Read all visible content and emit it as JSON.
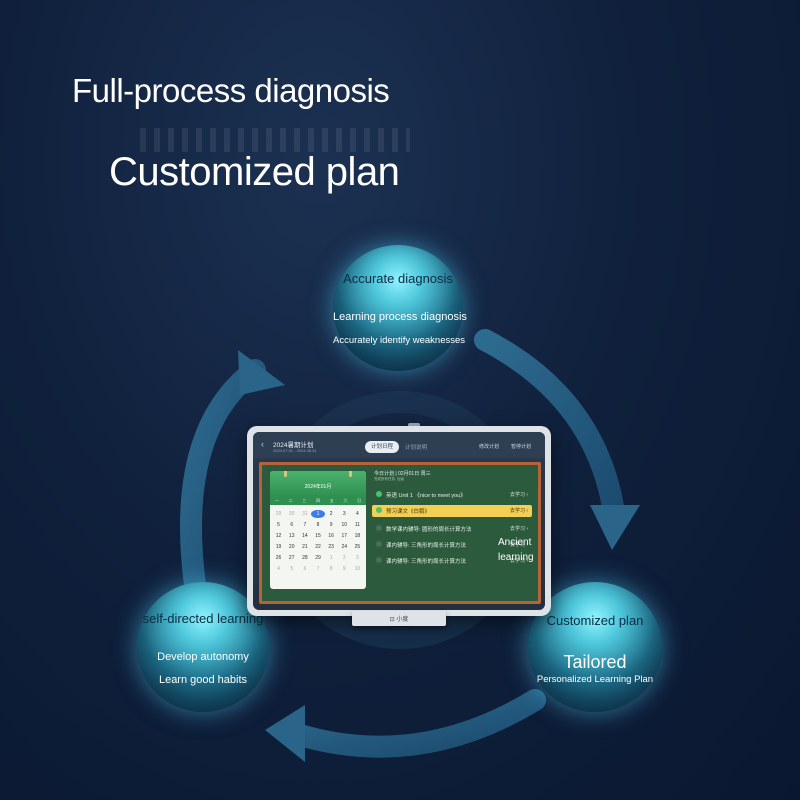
{
  "headings": {
    "line1": "Full-process diagnosis",
    "line2": "Customized plan"
  },
  "nodes": {
    "top": {
      "title": "Accurate diagnosis",
      "line1": "Learning process diagnosis",
      "line2": "Accurately identify weaknesses"
    },
    "right": {
      "title": "Customized plan",
      "big": "Tailored",
      "line1": "Personalized Learning Plan"
    },
    "left": {
      "title": "self-directed learning",
      "line1": "Develop autonomy",
      "line2": "Learn good habits"
    }
  },
  "tablet": {
    "header": {
      "back_icon": "chevron-left-icon",
      "title": "2024暑期计划",
      "subtitle": "2024.07.01 - 2024.08.31",
      "tab_active": "计划日程",
      "tab_other": "计划说明",
      "action1": "修改计划",
      "action2": "暂停计划"
    },
    "calendar": {
      "month": "2024年01月",
      "weekdays": [
        "一",
        "二",
        "三",
        "四",
        "五",
        "六",
        "日"
      ],
      "days": [
        {
          "d": "29",
          "dim": true
        },
        {
          "d": "30",
          "dim": true
        },
        {
          "d": "31",
          "dim": true
        },
        {
          "d": "1",
          "sel": true
        },
        {
          "d": "2"
        },
        {
          "d": "3"
        },
        {
          "d": "4"
        },
        {
          "d": "5"
        },
        {
          "d": "6"
        },
        {
          "d": "7"
        },
        {
          "d": "8"
        },
        {
          "d": "9"
        },
        {
          "d": "10"
        },
        {
          "d": "11"
        },
        {
          "d": "12"
        },
        {
          "d": "13"
        },
        {
          "d": "14"
        },
        {
          "d": "15"
        },
        {
          "d": "16"
        },
        {
          "d": "17"
        },
        {
          "d": "18"
        },
        {
          "d": "19"
        },
        {
          "d": "20"
        },
        {
          "d": "21"
        },
        {
          "d": "22"
        },
        {
          "d": "23"
        },
        {
          "d": "24"
        },
        {
          "d": "25"
        },
        {
          "d": "26"
        },
        {
          "d": "27"
        },
        {
          "d": "28"
        },
        {
          "d": "29"
        },
        {
          "d": "1",
          "dim": true
        },
        {
          "d": "2",
          "dim": true
        },
        {
          "d": "3",
          "dim": true
        },
        {
          "d": "4",
          "dim": true
        },
        {
          "d": "5",
          "dim": true
        },
        {
          "d": "6",
          "dim": true
        },
        {
          "d": "7",
          "dim": true
        },
        {
          "d": "8",
          "dim": true
        },
        {
          "d": "9",
          "dim": true
        },
        {
          "d": "10",
          "dim": true
        }
      ]
    },
    "plan": {
      "date": "今日计划 | 02月01日 周三",
      "note": "完成所有任务, 加油"
    },
    "tasks": [
      {
        "text": "英语 Unit 1 《nice to meet you》",
        "action": "去学习 ›",
        "done": true,
        "highlight": false
      },
      {
        "text": "预习课文《白鹅》",
        "action": "去学习 ›",
        "done": true,
        "highlight": true
      },
      {
        "text": "数学课内辅导: 圆形的周长计算方法",
        "action": "去学习 ›",
        "done": false,
        "highlight": false
      },
      {
        "text": "课内辅导: 三角形的周长计算方法",
        "action": "去学习 ›",
        "done": false,
        "highlight": false
      },
      {
        "text": "课内辅导: 三角形的周长计算方法",
        "action": "去学习 ›",
        "done": false,
        "highlight": false
      }
    ],
    "overlay_line1": "Ancient",
    "overlay_line2": "learning",
    "stand_logo": "⊡ 小度"
  },
  "colors": {
    "accent_cyan": "#5fd3e6",
    "highlight_yellow": "#f3cf55",
    "board_green": "#2c5a3c"
  }
}
